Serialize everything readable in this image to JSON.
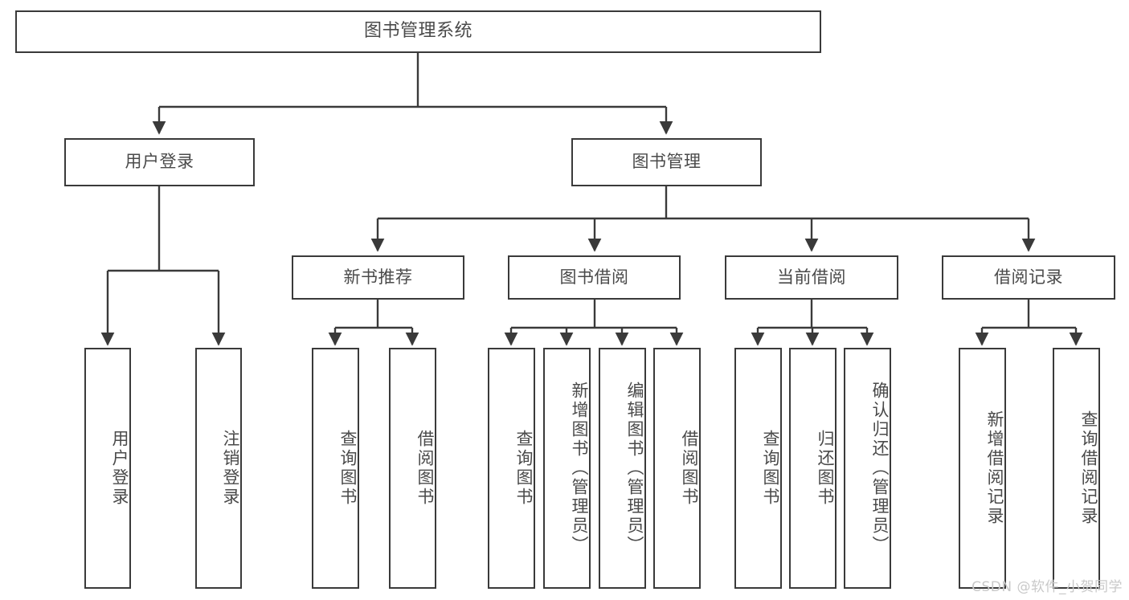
{
  "diagram": {
    "type": "tree-hierarchy",
    "title": "图书管理系统",
    "watermark": "CSDN @软件_小贺同学",
    "colors": {
      "node_border": "#3a3a3a",
      "node_fill": "#ffffff",
      "edge": "#3a3a3a",
      "text": "#4a4a4a",
      "watermark": "#c9c9c9",
      "background": "#ffffff"
    }
  },
  "root": {
    "label": "图书管理系统"
  },
  "level2": [
    {
      "id": "user-login",
      "label": "用户登录"
    },
    {
      "id": "book-manage",
      "label": "图书管理"
    }
  ],
  "level3": [
    {
      "id": "new-book-recommend",
      "label": "新书推荐",
      "parent": "book-manage"
    },
    {
      "id": "book-borrow",
      "label": "图书借阅",
      "parent": "book-manage"
    },
    {
      "id": "current-borrow",
      "label": "当前借阅",
      "parent": "book-manage"
    },
    {
      "id": "borrow-record",
      "label": "借阅记录",
      "parent": "book-manage"
    }
  ],
  "leaves": {
    "user_login": [
      {
        "id": "leaf-user-login",
        "label": "用户登录"
      },
      {
        "id": "leaf-user-logout",
        "label": "注销登录"
      }
    ],
    "new_book_recommend": [
      {
        "id": "leaf-query-book-1",
        "label": "查询图书"
      },
      {
        "id": "leaf-borrow-book-1",
        "label": "借阅图书"
      }
    ],
    "book_borrow": [
      {
        "id": "leaf-query-book-2",
        "label": "查询图书"
      },
      {
        "id": "leaf-add-book",
        "label": "新增图书（管理员）"
      },
      {
        "id": "leaf-edit-book",
        "label": "编辑图书（管理员）"
      },
      {
        "id": "leaf-borrow-book-2",
        "label": "借阅图书"
      }
    ],
    "current_borrow": [
      {
        "id": "leaf-query-book-3",
        "label": "查询图书"
      },
      {
        "id": "leaf-return-book",
        "label": "归还图书"
      },
      {
        "id": "leaf-confirm-return",
        "label": "确认归还（管理员）"
      }
    ],
    "borrow_record": [
      {
        "id": "leaf-add-record",
        "label": "新增借阅记录"
      },
      {
        "id": "leaf-query-record",
        "label": "查询借阅记录"
      }
    ]
  }
}
